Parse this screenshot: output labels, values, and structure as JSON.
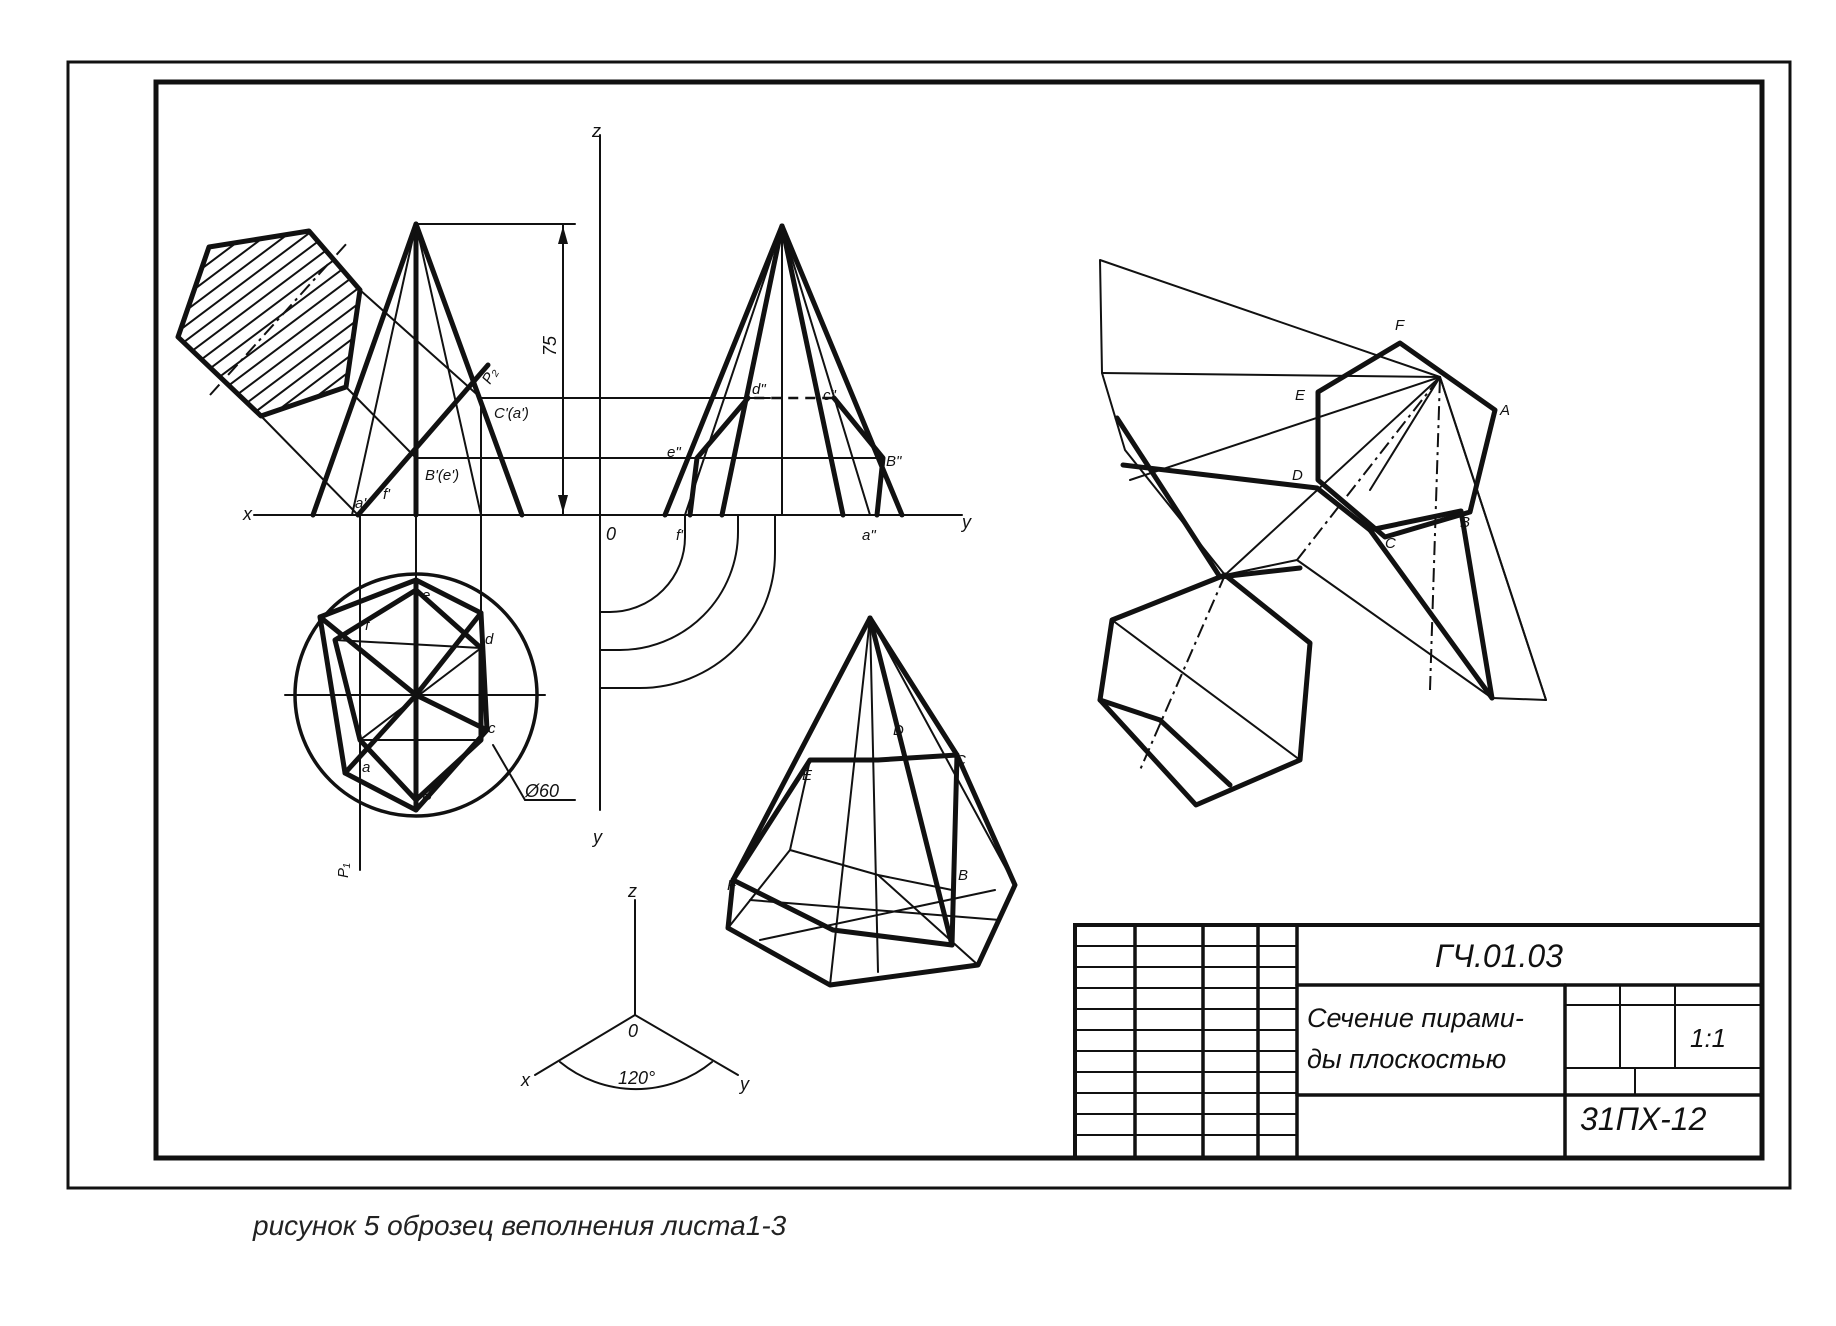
{
  "drawing": {
    "labels": {
      "axis_z": "z",
      "axis_x": "x",
      "axis_y": "y",
      "axis_y_bottom": "y",
      "origin": "0",
      "height_dim": "75",
      "diameter_dim": "Ø60",
      "plane_tag_top": "P₂",
      "plane_tag_bottom": "P₁",
      "front_c": "C'(a')",
      "front_b": "B'(e')",
      "front_a": "a'",
      "front_f": "f'",
      "side_e": "e\"",
      "side_d": "d\"",
      "side_c": "c\"",
      "side_b": "B\"",
      "side_f": "f\"",
      "side_a": "a\"",
      "plan_e": "e",
      "plan_f": "f",
      "plan_d": "d",
      "plan_c": "c",
      "plan_a": "a",
      "plan_b": "B",
      "iso_d": "D",
      "iso_c": "C",
      "iso_e": "E",
      "iso_f": "F",
      "iso_b": "B",
      "axo_z": "z",
      "axo_o": "0",
      "axo_x": "x",
      "axo_y": "y",
      "axo_angle": "120°",
      "net_f": "F",
      "net_e": "E",
      "net_a": "A",
      "net_d": "D",
      "net_c": "C",
      "net_b": "B"
    },
    "title_block": {
      "designation": "ГЧ.01.03",
      "title_line1": "Сечение пирами-",
      "title_line2": "ды плоскостью",
      "scale": "1:1",
      "group": "31ПХ-12"
    }
  },
  "caption": "рисунок 5 оброзец веполнения листа1-3"
}
